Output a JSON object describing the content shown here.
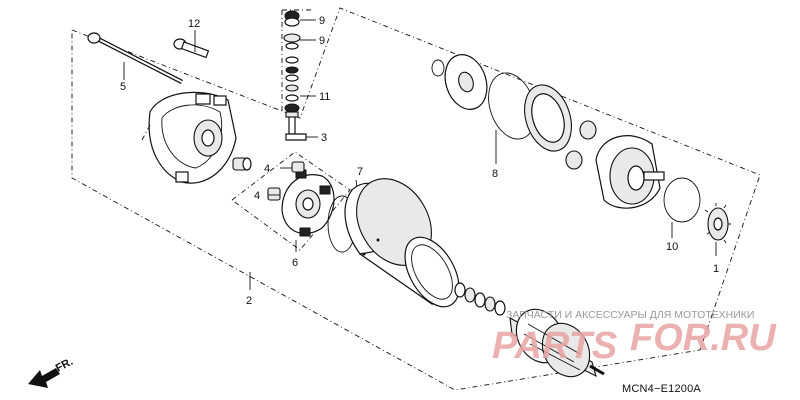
{
  "callouts": [
    "1",
    "2",
    "3",
    "4",
    "4",
    "5",
    "6",
    "7",
    "8",
    "9",
    "9",
    "10",
    "11",
    "12"
  ],
  "diagram_code": "MCN4−E1200A",
  "front_label": "FR.",
  "watermark": {
    "tagline": "ЗАПЧАСТИ И АКСЕССУАРЫ ДЛЯ МОТОТЕХНИКИ",
    "brand_a": "PARTS",
    "brand_b": "FOR.RU"
  },
  "colors": {
    "lines": "#111111",
    "watermark": "#e8a3a3",
    "background": "#ffffff"
  }
}
